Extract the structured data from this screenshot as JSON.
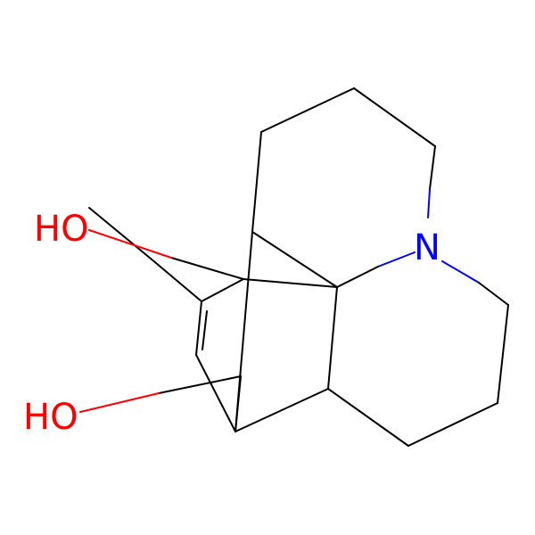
{
  "atoms": {
    "hydroxyl_upper": "HO",
    "hydroxyl_lower": "HO",
    "nitrogen": "N"
  },
  "colors": {
    "bond": "#000000",
    "oxygen": "#ff0000",
    "nitrogen": "#0000ff",
    "background": "#ffffff"
  }
}
